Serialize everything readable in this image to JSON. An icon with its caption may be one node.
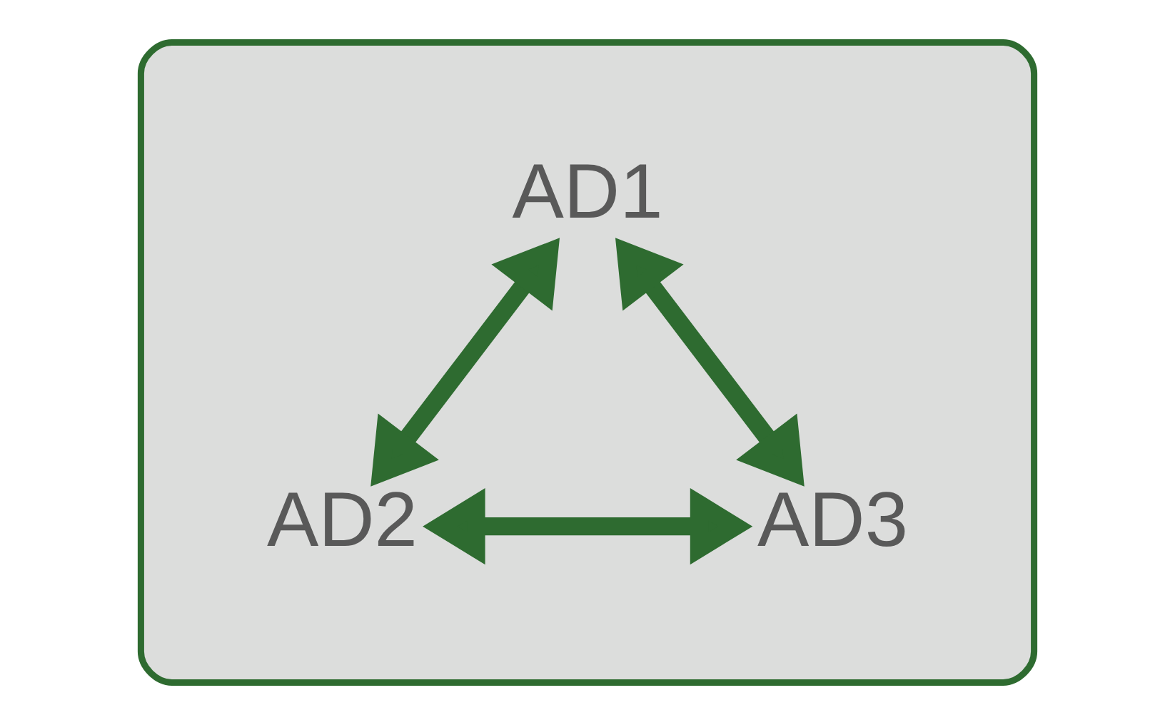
{
  "diagram": {
    "nodes": [
      {
        "text": [],
        "shape": "cloud"
      },
      {
        "text": [
          "AD1"
        ],
        "in": 0
      },
      {
        "text": [
          "AD2"
        ],
        "in": 0
      },
      {
        "text": [
          "AD3"
        ],
        "in": 0
      }
    ],
    "edges": [
      {
        "from": 1,
        "to": 2,
        "arrow": "both"
      },
      {
        "from": 1,
        "to": 3,
        "arrow": "both"
      },
      {
        "from": 2,
        "to": 3,
        "arrow": "both"
      }
    ]
  }
}
